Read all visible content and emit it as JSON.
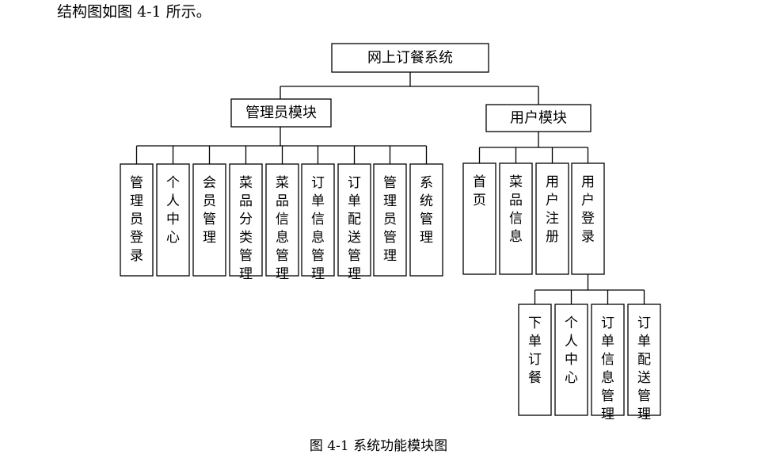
{
  "intro_text": "结构图如图 4-1 所示。",
  "caption": "图 4-1 系统功能模块图",
  "diagram": {
    "root": "网上订餐系统",
    "admin": {
      "title": "管理员模块",
      "children": [
        "管理员登录",
        "个人中心",
        "会员管理",
        "菜品分类管理",
        "菜品信息管理",
        "订单信息管理",
        "订单配送管理",
        "管理员管理",
        "系统管理"
      ]
    },
    "user": {
      "title": "用户模块",
      "children": [
        "首页",
        "菜品信息",
        "用户注册",
        "用户登录"
      ]
    },
    "user_login": {
      "title": "用户登录",
      "children": [
        "下单订餐",
        "个人中心",
        "订单信息管理",
        "订单配送管理"
      ]
    }
  }
}
